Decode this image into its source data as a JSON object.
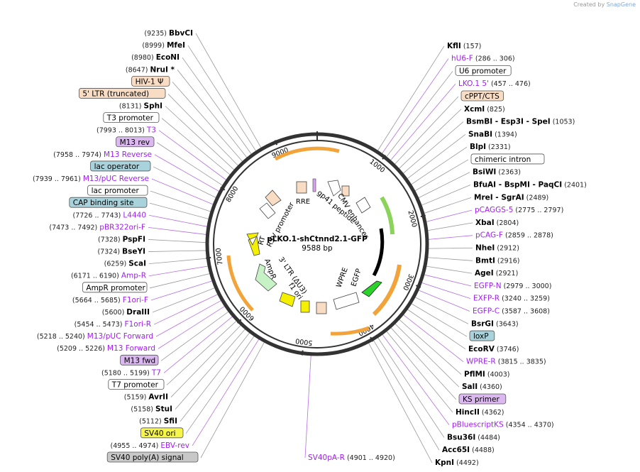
{
  "credit": {
    "prefix": "Created by",
    "brand": "SnapGene"
  },
  "plasmid": {
    "name": "pLKO.1-shCtnnd2.1-GFP",
    "size": "9588 bp"
  },
  "ring_ticks": [
    "1000",
    "2000",
    "3000",
    "4000",
    "5000",
    "6000",
    "7000",
    "8000",
    "9000"
  ],
  "inner_labels": [
    "RRE",
    "gp41 peptide",
    "CMV enhancer",
    "RSV promoter",
    "RT",
    "AmpR",
    "3' LTR (ΔU3)",
    "f1 ori",
    "WPRE",
    "EGFP"
  ],
  "labels": [
    {
      "kind": "site",
      "name": "BbvCI",
      "pos": "(9235)",
      "side": "L"
    },
    {
      "kind": "site",
      "name": "MfeI",
      "pos": "(8999)",
      "side": "L"
    },
    {
      "kind": "site",
      "name": "EcoNI",
      "pos": "(8980)",
      "side": "L"
    },
    {
      "kind": "site",
      "name": "NruI *",
      "pos": "(8647)",
      "side": "L"
    },
    {
      "kind": "feature",
      "name": "HIV-1 Ψ",
      "pos": "",
      "side": "L",
      "fill": "#f9dcc4"
    },
    {
      "kind": "feature",
      "name": "5' LTR (truncated)",
      "pos": "",
      "side": "L",
      "fill": "#f9dcc4"
    },
    {
      "kind": "site",
      "name": "SphI",
      "pos": "(8131)",
      "side": "L"
    },
    {
      "kind": "feature",
      "name": "T3 promoter",
      "pos": "",
      "side": "L",
      "fill": "#ffffff"
    },
    {
      "kind": "primer",
      "name": "T3",
      "pos": "(7993 .. 8013)",
      "side": "L"
    },
    {
      "kind": "feature",
      "name": "M13 rev",
      "pos": "",
      "side": "L",
      "fill": "#dcb8f0"
    },
    {
      "kind": "primer",
      "name": "M13 Reverse",
      "pos": "(7958 .. 7974)",
      "side": "L"
    },
    {
      "kind": "feature",
      "name": "lac operator",
      "pos": "",
      "side": "L",
      "fill": "#a9d3dc"
    },
    {
      "kind": "primer",
      "name": "M13/pUC Reverse",
      "pos": "(7939 .. 7961)",
      "side": "L"
    },
    {
      "kind": "feature",
      "name": "lac promoter",
      "pos": "",
      "side": "L",
      "fill": "#ffffff"
    },
    {
      "kind": "feature",
      "name": "CAP binding site",
      "pos": "",
      "side": "L",
      "fill": "#a9d3dc"
    },
    {
      "kind": "primer",
      "name": "L4440",
      "pos": "(7726 .. 7743)",
      "side": "L"
    },
    {
      "kind": "primer",
      "name": "pBR322ori-F",
      "pos": "(7473 .. 7492)",
      "side": "L"
    },
    {
      "kind": "site",
      "name": "PspFI",
      "pos": "(7328)",
      "side": "L"
    },
    {
      "kind": "site",
      "name": "BseYI",
      "pos": "(7324)",
      "side": "L"
    },
    {
      "kind": "site",
      "name": "ScaI",
      "pos": "(6259)",
      "side": "L"
    },
    {
      "kind": "primer",
      "name": "Amp-R",
      "pos": "(6171 .. 6190)",
      "side": "L"
    },
    {
      "kind": "feature",
      "name": "AmpR promoter",
      "pos": "",
      "side": "L",
      "fill": "#ffffff"
    },
    {
      "kind": "primer",
      "name": "F1ori-F",
      "pos": "(5664 .. 5685)",
      "side": "L"
    },
    {
      "kind": "site",
      "name": "DraIII",
      "pos": "(5600)",
      "side": "L"
    },
    {
      "kind": "primer",
      "name": "F1ori-R",
      "pos": "(5454 .. 5473)",
      "side": "L"
    },
    {
      "kind": "primer",
      "name": "M13/pUC Forward",
      "pos": "(5218 .. 5240)",
      "side": "L"
    },
    {
      "kind": "primer",
      "name": "M13 Forward",
      "pos": "(5209 .. 5226)",
      "side": "L"
    },
    {
      "kind": "feature",
      "name": "M13 fwd",
      "pos": "",
      "side": "L",
      "fill": "#dcb8f0"
    },
    {
      "kind": "primer",
      "name": "T7",
      "pos": "(5180 .. 5199)",
      "side": "L"
    },
    {
      "kind": "feature",
      "name": "T7 promoter",
      "pos": "",
      "side": "L",
      "fill": "#ffffff"
    },
    {
      "kind": "site",
      "name": "AvrII",
      "pos": "(5159)",
      "side": "L"
    },
    {
      "kind": "site",
      "name": "StuI",
      "pos": "(5158)",
      "side": "L"
    },
    {
      "kind": "site",
      "name": "SfiI",
      "pos": "(5112)",
      "side": "L"
    },
    {
      "kind": "feature",
      "name": "SV40 ori",
      "pos": "",
      "side": "L",
      "fill": "#f5f54a"
    },
    {
      "kind": "primer",
      "name": "EBV-rev",
      "pos": "(4955 .. 4974)",
      "side": "L"
    },
    {
      "kind": "feature",
      "name": "SV40 poly(A) signal",
      "pos": "",
      "side": "L",
      "fill": "#c8c8c8"
    },
    {
      "kind": "primer",
      "name": "SV40pA-R",
      "pos": "(4901 .. 4920)",
      "side": "R"
    },
    {
      "kind": "site",
      "name": "KflI",
      "pos": "(157)",
      "side": "R"
    },
    {
      "kind": "primer",
      "name": "hU6-F",
      "pos": "(286 .. 306)",
      "side": "R"
    },
    {
      "kind": "feature",
      "name": "U6 promoter",
      "pos": "",
      "side": "R",
      "fill": "#ffffff"
    },
    {
      "kind": "primer",
      "name": "LKO.1 5'",
      "pos": "(457 .. 476)",
      "side": "R"
    },
    {
      "kind": "feature",
      "name": "cPPT/CTS",
      "pos": "",
      "side": "R",
      "fill": "#f9dcc4"
    },
    {
      "kind": "site",
      "name": "XcmI",
      "pos": "(825)",
      "side": "R"
    },
    {
      "kind": "site",
      "name": "BsmBI - Esp3I - SpeI",
      "pos": "(1053)",
      "side": "R"
    },
    {
      "kind": "site",
      "name": "SnaBI",
      "pos": "(1394)",
      "side": "R"
    },
    {
      "kind": "site",
      "name": "BlpI",
      "pos": "(2331)",
      "side": "R"
    },
    {
      "kind": "feature",
      "name": "chimeric intron",
      "pos": "",
      "side": "R",
      "fill": "#ffffff"
    },
    {
      "kind": "site",
      "name": "BsiWI",
      "pos": "(2363)",
      "side": "R"
    },
    {
      "kind": "site",
      "name": "BfuAI - BspMI - PaqCI",
      "pos": "(2401)",
      "side": "R"
    },
    {
      "kind": "site",
      "name": "MreI - SgrAI",
      "pos": "(2489)",
      "side": "R"
    },
    {
      "kind": "primer",
      "name": "pCAGGS-5",
      "pos": "(2775 .. 2797)",
      "side": "R"
    },
    {
      "kind": "site",
      "name": "XbaI",
      "pos": "(2804)",
      "side": "R"
    },
    {
      "kind": "primer",
      "name": "pCAG-F",
      "pos": "(2859 .. 2878)",
      "side": "R"
    },
    {
      "kind": "site",
      "name": "NheI",
      "pos": "(2912)",
      "side": "R"
    },
    {
      "kind": "site",
      "name": "BmtI",
      "pos": "(2916)",
      "side": "R"
    },
    {
      "kind": "site",
      "name": "AgeI",
      "pos": "(2921)",
      "side": "R"
    },
    {
      "kind": "primer",
      "name": "EGFP-N",
      "pos": "(2979 .. 3000)",
      "side": "R"
    },
    {
      "kind": "primer",
      "name": "EXFP-R",
      "pos": "(3240 .. 3259)",
      "side": "R"
    },
    {
      "kind": "primer",
      "name": "EGFP-C",
      "pos": "(3587 .. 3608)",
      "side": "R"
    },
    {
      "kind": "site",
      "name": "BsrGI",
      "pos": "(3643)",
      "side": "R"
    },
    {
      "kind": "feature",
      "name": "loxP",
      "pos": "",
      "side": "R",
      "fill": "#a9d3dc"
    },
    {
      "kind": "site",
      "name": "EcoRV",
      "pos": "(3746)",
      "side": "R"
    },
    {
      "kind": "primer",
      "name": "WPRE-R",
      "pos": "(3815 .. 3835)",
      "side": "R"
    },
    {
      "kind": "site",
      "name": "PflMI",
      "pos": "(4003)",
      "side": "R"
    },
    {
      "kind": "site",
      "name": "SalI",
      "pos": "(4360)",
      "side": "R"
    },
    {
      "kind": "feature",
      "name": "KS primer",
      "pos": "",
      "side": "R",
      "fill": "#dcb8f0"
    },
    {
      "kind": "site",
      "name": "HincII",
      "pos": "(4362)",
      "side": "R"
    },
    {
      "kind": "primer",
      "name": "pBluescriptKS",
      "pos": "(4354 .. 4370)",
      "side": "R"
    },
    {
      "kind": "site",
      "name": "Bsu36I",
      "pos": "(4484)",
      "side": "R"
    },
    {
      "kind": "site",
      "name": "Acc65I",
      "pos": "(4488)",
      "side": "R"
    },
    {
      "kind": "site",
      "name": "KpnI",
      "pos": "(4492)",
      "side": "R"
    }
  ],
  "colors": {
    "primer": "#a020f0",
    "site": "#000000",
    "backbone": "#333333"
  }
}
